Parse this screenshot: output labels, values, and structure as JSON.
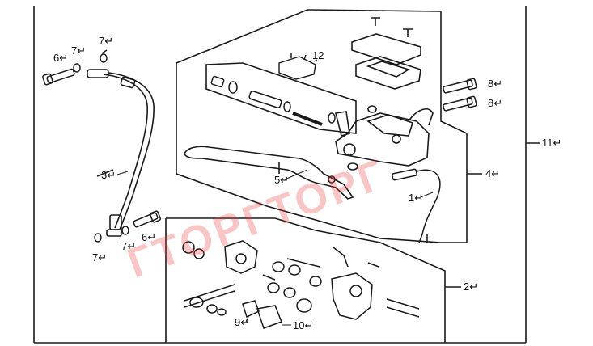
{
  "colors": {
    "line": "#1a1a1a",
    "watermark": "#e33333",
    "background": "#ffffff"
  },
  "callouts": {
    "c1": "1↵",
    "c2": "2↵",
    "c3": "3↵",
    "c4": "4↵",
    "c5": "5↵",
    "c6a": "6↵",
    "c6b": "6↵",
    "c7a": "7↵",
    "c7b": "7↵",
    "c7c": "7↵",
    "c7d": "7↵",
    "c8a": "8↵",
    "c8b": "8↵",
    "c9": "9↵",
    "c10": "10↵",
    "c11": "11↵",
    "c12": "12"
  },
  "watermark": "ГТОРГТОРГ"
}
